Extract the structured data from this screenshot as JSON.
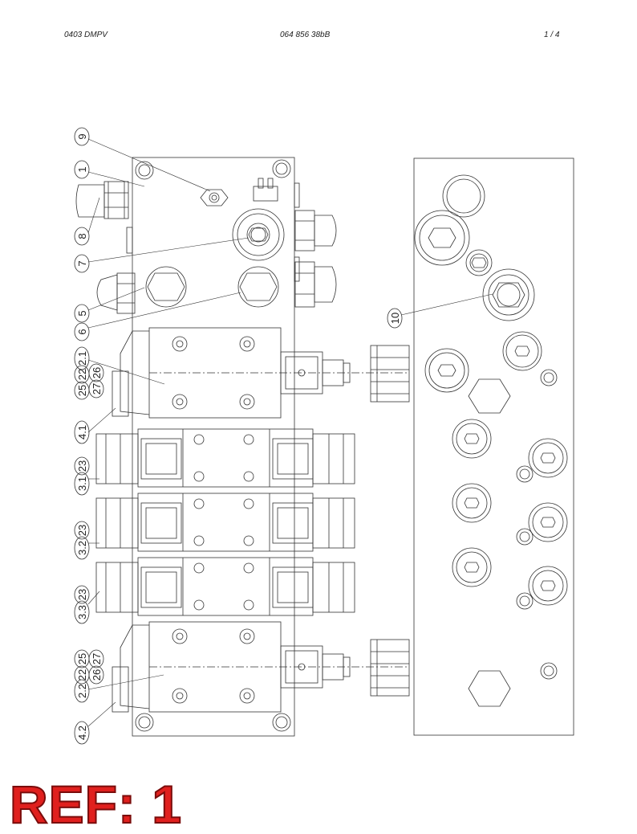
{
  "header": {
    "left": "0403  DMPV",
    "center": "064 856 38bB",
    "right": "1 /   4"
  },
  "callouts": [
    "9",
    "1",
    "8",
    "7",
    "5",
    "6",
    "2.1",
    "22",
    "25",
    "27",
    "26",
    "4.1",
    "3.1",
    "23",
    "3.2",
    "23",
    "3.3",
    "23",
    "2.2",
    "22",
    "25",
    "26",
    "27",
    "4.2",
    "10"
  ],
  "ref_label": "REF: 1",
  "colors": {
    "line": "#333333",
    "ref": "#e0201e"
  }
}
